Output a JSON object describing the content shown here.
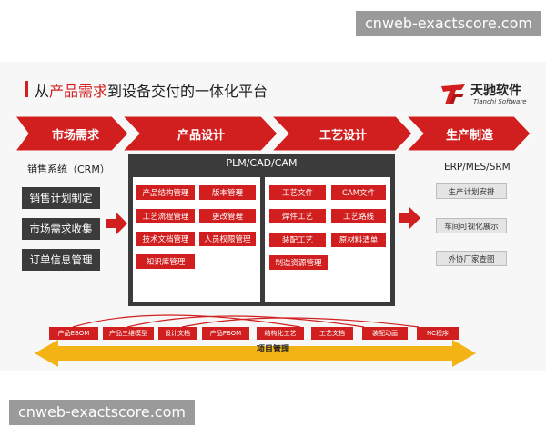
{
  "watermark_top": "cnweb-exactscore.com",
  "watermark_bottom": "cnweb-exactscore.com",
  "title": {
    "prefix": "从",
    "highlight1": "产品需求",
    "middle": "到设备交付",
    "suffix": "的一体化平台"
  },
  "logo": {
    "name": "天驰软件",
    "sub": "Tianchi Software"
  },
  "phases": [
    "市场需求",
    "产品设计",
    "工艺设计",
    "生产制造"
  ],
  "left": {
    "title": "销售系统（CRM）",
    "items": [
      "销售计划制定",
      "市场需求收集",
      "订单信息管理"
    ]
  },
  "center": {
    "title": "PLM/CAD/CAM",
    "product_items": [
      "产品结构管理",
      "版本管理",
      "工艺流程管理",
      "更改管理",
      "技术文档管理",
      "人员权限管理",
      "知识库管理"
    ],
    "process_items": [
      "工艺文件",
      "CAM文件",
      "焊件工艺",
      "工艺路线",
      "装配工艺",
      "原材料清单",
      "制造资源管理"
    ]
  },
  "right": {
    "title": "ERP/MES/SRM",
    "items": [
      "生产计划安排",
      "车间可视化展示",
      "外协厂家查图"
    ]
  },
  "bottom": {
    "tags": [
      "产品EBOM",
      "产品三维模型",
      "设计文档",
      "产品PBOM",
      "结构化工艺",
      "工艺文档",
      "装配动画",
      "NC程序"
    ],
    "label": "项目管理"
  },
  "colors": {
    "accent": "#d11f1f",
    "dark": "#3b3b3b",
    "gold": "#f3b315"
  }
}
